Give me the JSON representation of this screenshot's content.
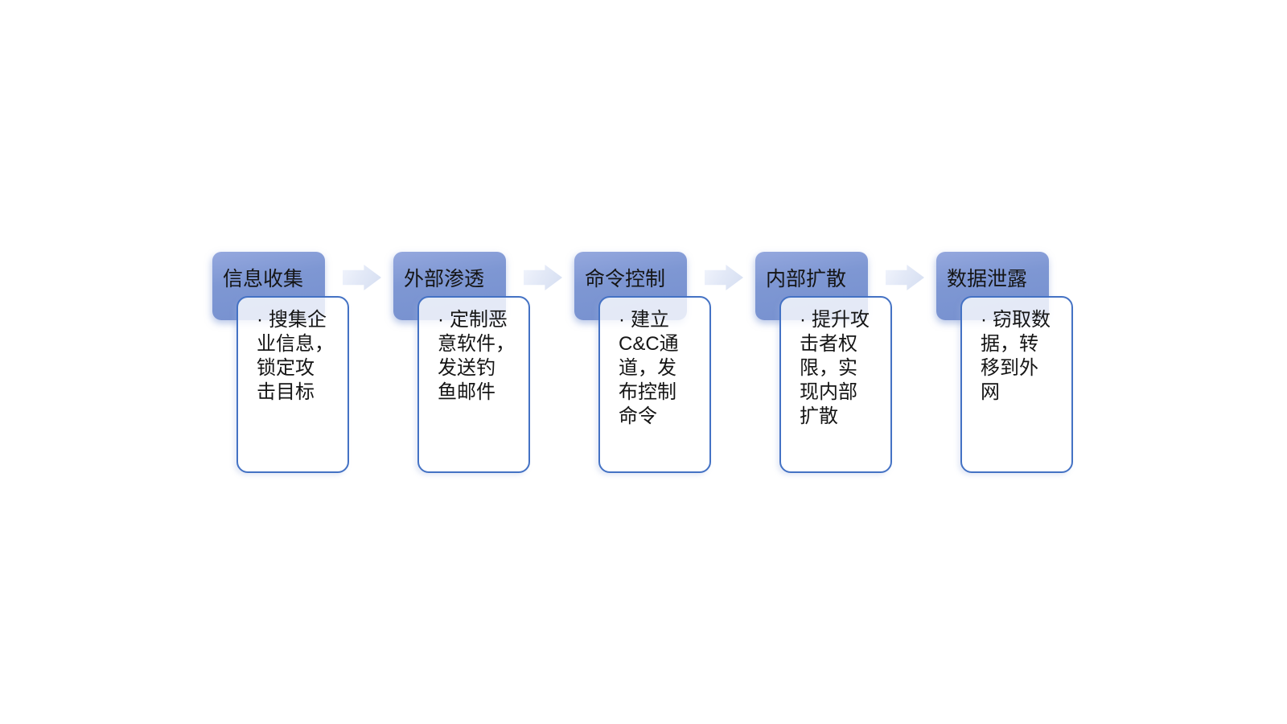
{
  "diagram": {
    "type": "horizontal-process-flow",
    "bullet_char": "·",
    "icons": {
      "flow_arrow": "right-block-arrow"
    },
    "colors": {
      "header_fill": "#7D96D3",
      "header_fill_light": "#95A8DE",
      "body_border": "#4472C4",
      "body_fill": "rgba(255,255,255,0.8)",
      "arrow_fill_light": "#F1F4FC",
      "arrow_fill_dark": "#D5DEF1",
      "text": "#151515"
    },
    "steps": [
      {
        "title": "信息收集",
        "detail": "搜集企\n业信息，\n锁定攻\n击目标"
      },
      {
        "title": "外部渗透",
        "detail": "定制恶\n意软件，\n发送钓\n鱼邮件"
      },
      {
        "title": "命令控制",
        "detail": "建立\nC&C通\n道，发\n布控制\n命令"
      },
      {
        "title": "内部扩散",
        "detail": "提升攻\n击者权\n限，实\n现内部\n扩散"
      },
      {
        "title": "数据泄露",
        "detail": "窃取数\n据，转\n移到外\n网"
      }
    ]
  }
}
